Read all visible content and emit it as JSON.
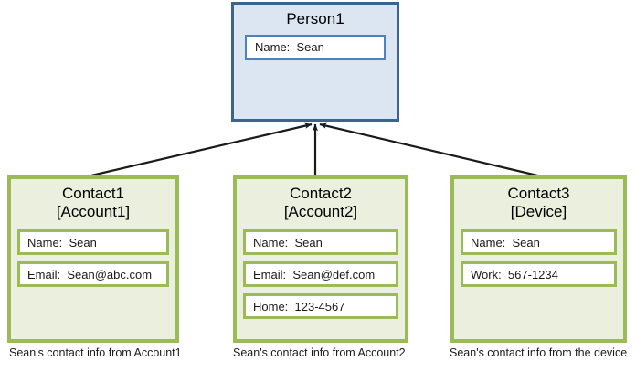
{
  "diagram": {
    "type": "entity-relationship",
    "person": {
      "title": "Person1",
      "fields": [
        {
          "label": "Name:  Sean"
        }
      ],
      "fill_color": "#dce6f2",
      "border_color": "#3c638e"
    },
    "contacts": [
      {
        "title": "Contact1\n[Account1]",
        "fields": [
          {
            "label": "Name:  Sean"
          },
          {
            "label": "Email:  Sean@abc.com"
          }
        ],
        "caption": "Sean's contact info from Account1",
        "fill_color": "#ebf0de",
        "border_color": "#9bbb59"
      },
      {
        "title": "Contact2\n[Account2]",
        "fields": [
          {
            "label": "Name:  Sean"
          },
          {
            "label": "Email:  Sean@def.com"
          },
          {
            "label": "Home:  123-4567"
          }
        ],
        "caption": "Sean's contact info from Account2",
        "fill_color": "#ebf0de",
        "border_color": "#9bbb59"
      },
      {
        "title": "Contact3\n[Device]",
        "fields": [
          {
            "label": "Name:  Sean"
          },
          {
            "label": "Work:  567-1234"
          }
        ],
        "caption": "Sean's contact info from the device",
        "fill_color": "#ebf0de",
        "border_color": "#9bbb59"
      }
    ],
    "connectors": [
      {
        "name": "arrow-contact1-to-person",
        "from": "Contact1",
        "to": "Person1",
        "color": "#1a1a1a"
      },
      {
        "name": "arrow-contact2-to-person",
        "from": "Contact2",
        "to": "Person1",
        "color": "#1a1a1a"
      },
      {
        "name": "arrow-contact3-to-person",
        "from": "Contact3",
        "to": "Person1",
        "color": "#1a1a1a"
      }
    ]
  }
}
